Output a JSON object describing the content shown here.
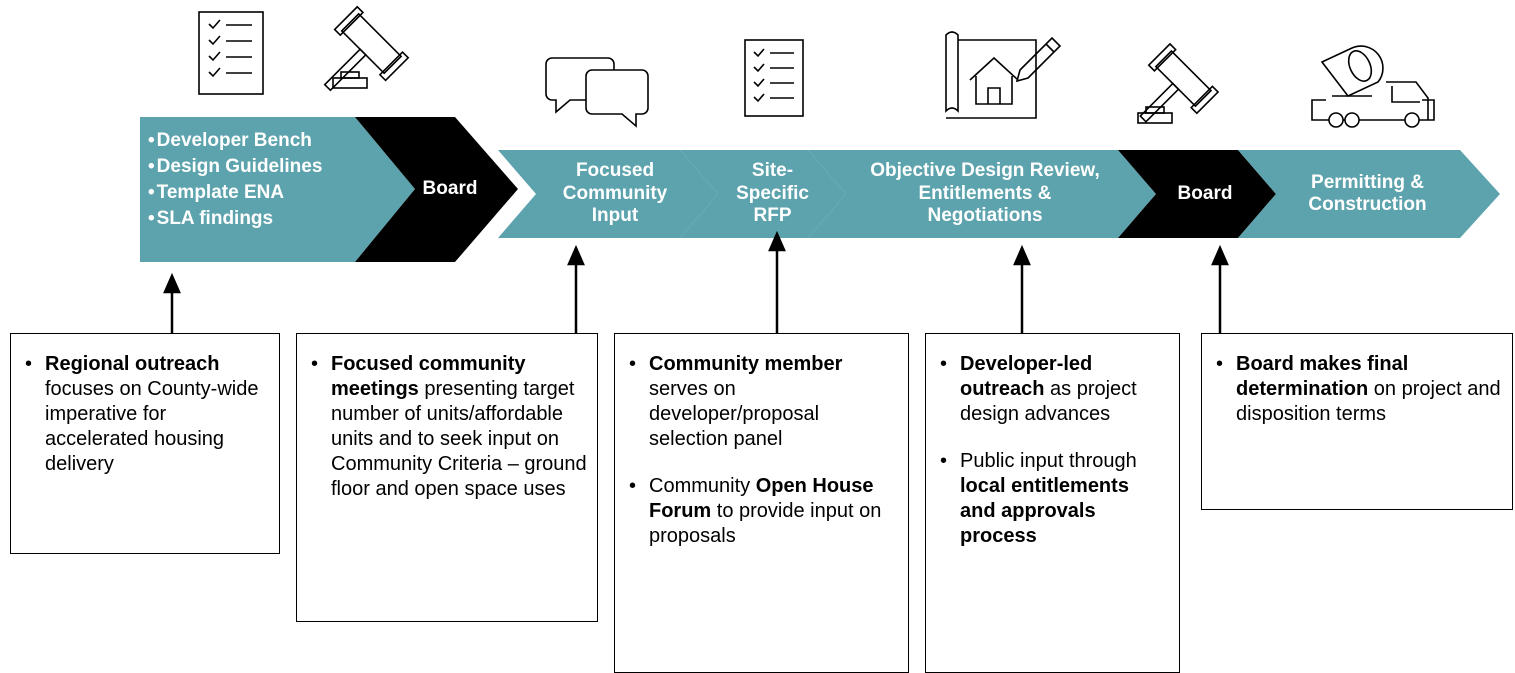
{
  "colors": {
    "teal": "#5da3ad",
    "black": "#000000",
    "white": "#ffffff"
  },
  "steps": [
    {
      "items": [
        "Developer Bench",
        "Design Guidelines",
        "Template ENA",
        "SLA findings"
      ],
      "icon": "checklist-icon"
    },
    {
      "label": "Board",
      "icon": "gavel-icon"
    },
    {
      "label": "Focused Community Input",
      "icon": "speech-bubbles-icon"
    },
    {
      "label": "Site-Specific RFP",
      "icon": "checklist-icon"
    },
    {
      "label": "Objective Design Review, Entitlements & Negotiations",
      "icon": "blueprint-house-icon"
    },
    {
      "label": "Board",
      "icon": "gavel-icon"
    },
    {
      "label": "Permitting & Construction",
      "icon": "cement-truck-icon"
    }
  ],
  "boxes": [
    {
      "bullets": [
        {
          "bold": "Regional outreach",
          "text": " focuses on County-wide imperative for accelerated housing delivery"
        }
      ]
    },
    {
      "bullets": [
        {
          "bold": "Focused community meetings",
          "text": " presenting target number of units/affordable units and to seek input on Community Criteria – ground floor and open space uses"
        }
      ]
    },
    {
      "bullets": [
        {
          "bold": "Community member",
          "text": " serves on developer/proposal selection panel"
        },
        {
          "pre": "Community ",
          "bold": "Open House Forum",
          "text": " to provide input on proposals"
        }
      ]
    },
    {
      "bullets": [
        {
          "bold": "Developer-led outreach",
          "text": " as project design advances"
        },
        {
          "pre": "Public input through ",
          "bold": "local entitlements and approvals process",
          "text": ""
        }
      ]
    },
    {
      "bullets": [
        {
          "bold": "Board makes final determination",
          "text": " on project and disposition terms"
        }
      ]
    }
  ]
}
